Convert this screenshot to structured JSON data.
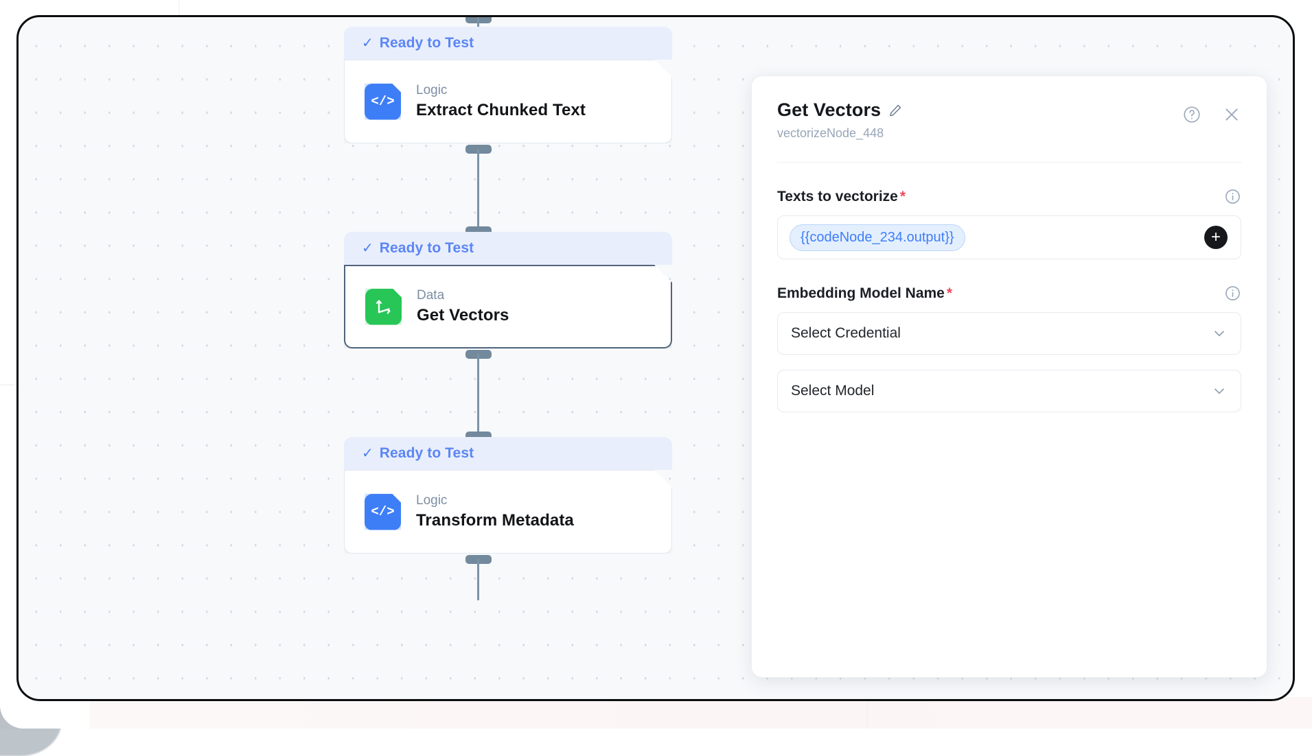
{
  "canvas": {
    "name": "workflow-canvas",
    "nodes": [
      {
        "status": "Ready to Test",
        "check_glyph": "✓",
        "kind": "Logic",
        "title": "Extract Chunked Text",
        "icon": "code-icon",
        "icon_glyph": "</>",
        "icon_color": "#3d7ef7",
        "selected": false
      },
      {
        "status": "Ready to Test",
        "check_glyph": "✓",
        "kind": "Data",
        "title": "Get Vectors",
        "icon": "vector-axes-icon",
        "icon_glyph": "",
        "icon_color": "#27c657",
        "selected": true
      },
      {
        "status": "Ready to Test",
        "check_glyph": "✓",
        "kind": "Logic",
        "title": "Transform Metadata",
        "icon": "code-icon",
        "icon_glyph": "</>",
        "icon_color": "#3d7ef7",
        "selected": false
      }
    ]
  },
  "panel": {
    "title": "Get Vectors",
    "subtitle": "vectorizeNode_448",
    "edit_icon": "pencil-icon",
    "help_icon": "help-circle-icon",
    "close_icon": "close-icon",
    "fields": {
      "texts": {
        "label": "Texts to vectorize",
        "required_marker": "*",
        "info_icon": "info-circle-icon",
        "chips": [
          "{{codeNode_234.output}}"
        ],
        "add_label": "+"
      },
      "embedding": {
        "label": "Embedding Model Name",
        "required_marker": "*",
        "info_icon": "info-circle-icon",
        "credential_value": "Select Credential",
        "model_value": "Select Model",
        "chevron_icon": "chevron-down-icon"
      }
    }
  },
  "theme": {
    "accent_blue": "#3d7ef7",
    "status_blue": "#5b86f5",
    "status_bg": "#e9eefc",
    "data_green": "#27c657",
    "required_red": "#f4475b",
    "canvas_bg": "#f7f9fb",
    "frame_border": "#0b0d0f",
    "connector": "#73899c"
  }
}
